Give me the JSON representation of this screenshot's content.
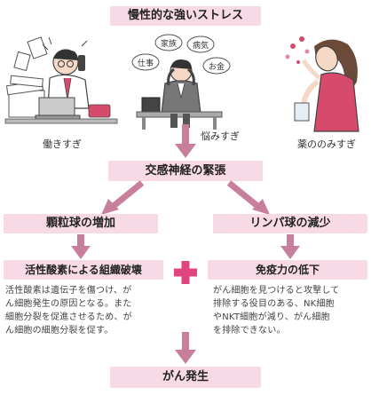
{
  "title": "慢性的な強いストレス",
  "causes": [
    {
      "label": "働きすぎ"
    },
    {
      "label": "悩みすぎ"
    },
    {
      "label": "薬ののみすぎ"
    }
  ],
  "worry_bubbles": [
    "仕事",
    "家族",
    "病気",
    "お金"
  ],
  "sympathetic": "交感神経の緊張",
  "left": {
    "step1": "顆粒球の増加",
    "step2": "活性酸素による組織破壊",
    "description": [
      "活性酸素は遺伝子を傷つけ、が",
      "ん細胞発生の原因となる。また",
      "細胞分裂を促進させるため、が",
      "ん細胞の細胞分裂を促す。"
    ]
  },
  "right": {
    "step1": "リンパ球の減少",
    "step2": "免疫力の低下",
    "description": [
      "がん細胞を見つけると攻撃して",
      "排除する役目のある、NK細胞",
      "やNKT細胞が減り、がん細胞",
      "を排除できない。"
    ]
  },
  "plus_symbol": "+",
  "result": "がん発生",
  "colors": {
    "box": "#f8dae6",
    "arrow": "#c77f9c",
    "plus": "#e0457f"
  }
}
